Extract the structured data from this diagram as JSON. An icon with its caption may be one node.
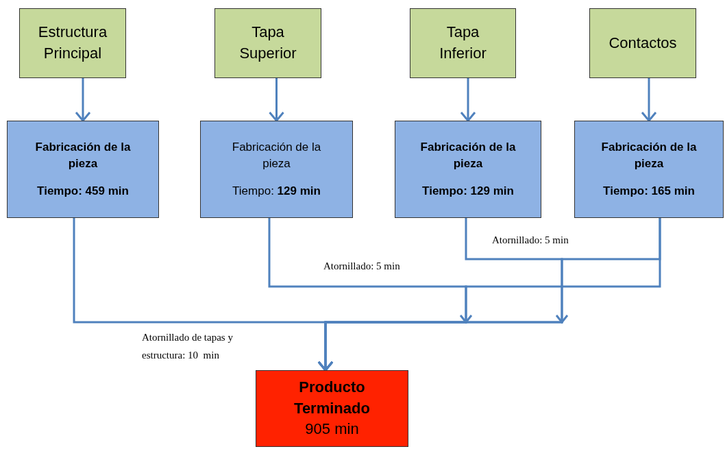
{
  "diagram": {
    "nodes": [
      {
        "text": [
          "Estructura Principal"
        ]
      },
      {
        "text": [
          "Tapa Superior"
        ]
      },
      {
        "text": [
          "Tapa Inferior"
        ]
      },
      {
        "text": [
          "Contactos"
        ]
      },
      {
        "text": [
          "Fabricación de la pieza",
          "Tiempo: 459 min"
        ]
      },
      {
        "text": [
          "Fabricación de la pieza",
          "Tiempo: **129 min**"
        ]
      },
      {
        "text": [
          "Fabricación de la pieza",
          "Tiempo: 129 min"
        ]
      },
      {
        "text": [
          "Fabricación de la pieza",
          "Tiempo: 165 min"
        ]
      },
      {
        "text": [
          "Producto Terminado",
          "905 min"
        ]
      }
    ],
    "edges": [
      {
        "from": 0,
        "to": 4,
        "arrow": "to"
      },
      {
        "from": 1,
        "to": 5,
        "arrow": "to"
      },
      {
        "from": 2,
        "to": 6,
        "arrow": "to"
      },
      {
        "from": 3,
        "to": 7,
        "arrow": "to"
      },
      {
        "from": 6,
        "to": 8,
        "arrow": "to",
        "label": "Atornillado: 5 min"
      },
      {
        "from": 7,
        "to": 8,
        "arrow": "to"
      },
      {
        "from": 5,
        "to": 8,
        "arrow": "to",
        "label": "Atornillado: 5 min"
      },
      {
        "from": 7,
        "to": 8,
        "arrow": "to"
      },
      {
        "from": 4,
        "to": 8,
        "arrow": "to",
        "label": "Atornillado de tapas y estructura: 10  min"
      }
    ]
  }
}
